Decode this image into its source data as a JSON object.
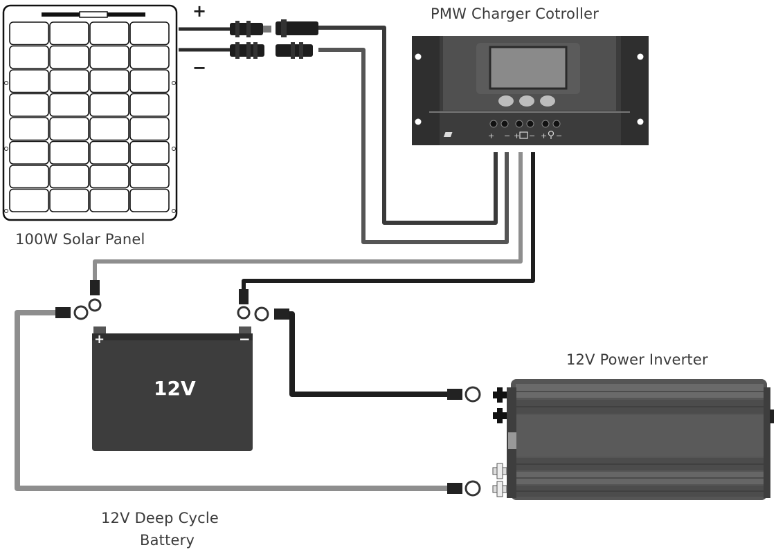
{
  "labels": {
    "solar_panel": "100W Solar Panel",
    "charge_controller": "PMW Charger Cotroller",
    "inverter": "12V Power Inverter",
    "battery_line1": "12V Deep Cycle",
    "battery_line2": "Battery",
    "battery_face": "12V",
    "battery_pos": "+",
    "battery_neg": "−",
    "panel_pos": "+",
    "panel_neg": "−"
  },
  "controller": {
    "terminal_symbols": [
      "+",
      "−",
      "+",
      "−",
      "+",
      "−"
    ]
  },
  "colors": {
    "cable_dark": "#2a2a2a",
    "cable_gray": "#8e8e8e",
    "device_body": "#4a4a4a",
    "panel_frame": "#111111"
  },
  "icons": [
    "solar-panel-icon",
    "charge-controller-icon",
    "battery-icon",
    "inverter-icon",
    "mc4-connector-icon",
    "ring-terminal-icon"
  ]
}
